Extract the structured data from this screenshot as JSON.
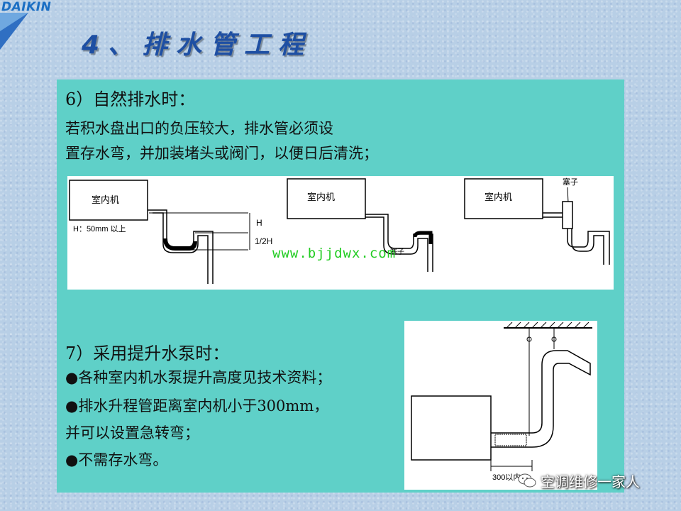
{
  "brand": {
    "logo": "DAIKIN"
  },
  "slide": {
    "title": "4、排水管工程",
    "section6": {
      "heading": "6）自然排水时：",
      "line1": "若积水盘出口的负压较大，排水管必须设",
      "line2": "置存水弯，并加装堵头或阀门，以便日后清洗；"
    },
    "section7": {
      "heading": "7）采用提升水泵时：",
      "bullet1": "●各种室内机水泵提升高度见技术资料；",
      "bullet2": "●排水升程管距离室内机小于300mm，",
      "bullet3": "并可以设置急转弯；",
      "bullet4": "●不需存水弯。"
    }
  },
  "figure1": {
    "unit_label": "室内机",
    "h_note": "H：50mm 以上",
    "dim_h": "H",
    "dim_half": "1/2H",
    "plug_label": "塞子",
    "overlap_label": "塞子"
  },
  "figure2": {
    "dim_label": "300以内"
  },
  "watermark": "www.bjjdwx.com",
  "badge": {
    "text": "空调维修一家人",
    "icon": "wechat-icon"
  }
}
